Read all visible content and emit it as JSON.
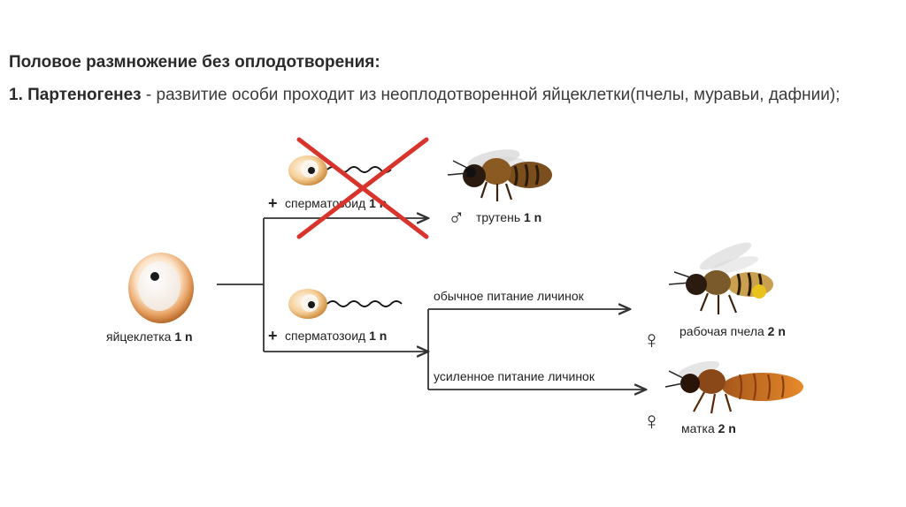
{
  "heading": "Половое размножение без оплодотворения:",
  "paragraph": {
    "term": "1. Партеногенез",
    "text": " - развитие особи проходит из неоплодотворенной яйцеклетки(пчелы, муравьи, дафнии);"
  },
  "diagram": {
    "egg": {
      "label": "яйцеклетка",
      "ploidy": "1 n"
    },
    "branch_top": {
      "plus": "+",
      "sperm_label": "сперматозоид",
      "sperm_ploidy": "1 n",
      "crossed_color": "#d8342c",
      "sex_symbol": "♂",
      "result_label": "трутень",
      "result_ploidy": "1 n"
    },
    "branch_bottom": {
      "plus": "+",
      "sperm_label": "сперматозоид",
      "sperm_ploidy": "1 n",
      "path_normal": {
        "label": "обычное питание личинок",
        "sex_symbol": "♀",
        "result_label": "рабочая пчела",
        "result_ploidy": "2 n"
      },
      "path_enhanced": {
        "label": "усиленное питание личинок",
        "sex_symbol": "♀",
        "result_label": "матка",
        "result_ploidy": "2 n"
      }
    }
  }
}
